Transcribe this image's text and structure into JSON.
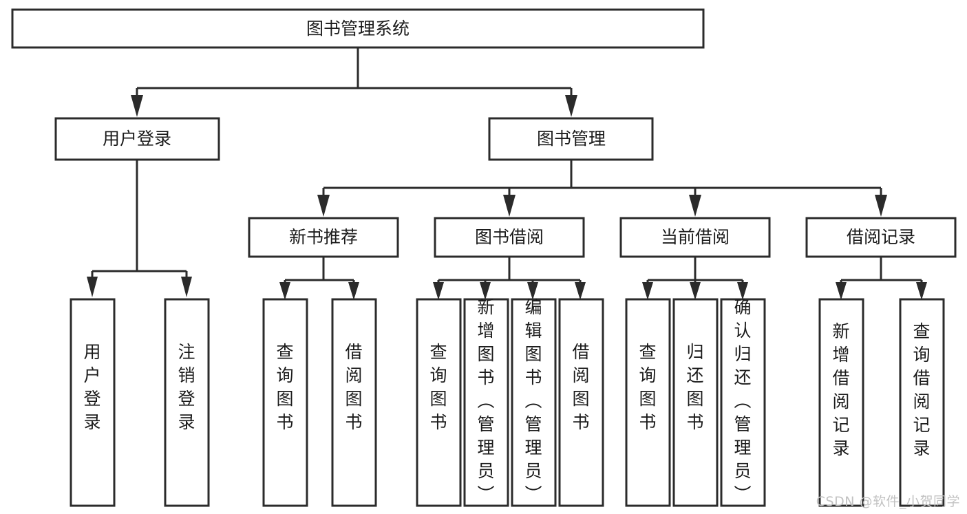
{
  "diagram": {
    "title": "图书管理系统",
    "type": "tree",
    "root": {
      "id": "root",
      "label": "图书管理系统",
      "level": 0
    },
    "level2": [
      {
        "id": "user-login",
        "label": "用户登录"
      },
      {
        "id": "book-management",
        "label": "图书管理"
      }
    ],
    "level3": [
      {
        "id": "new-book-recommend",
        "label": "新书推荐",
        "parent": "book-management"
      },
      {
        "id": "book-borrow",
        "label": "图书借阅",
        "parent": "book-management"
      },
      {
        "id": "current-borrow",
        "label": "当前借阅",
        "parent": "book-management"
      },
      {
        "id": "borrow-record",
        "label": "借阅记录",
        "parent": "book-management"
      }
    ],
    "leaves": [
      {
        "id": "leaf-user-login",
        "label": "用户登录",
        "parent": "user-login"
      },
      {
        "id": "leaf-logout-login",
        "label": "注销登录",
        "parent": "user-login"
      },
      {
        "id": "leaf-query-book-1",
        "label": "查询图书",
        "parent": "new-book-recommend"
      },
      {
        "id": "leaf-borrow-book-1",
        "label": "借阅图书",
        "parent": "new-book-recommend"
      },
      {
        "id": "leaf-query-book-2",
        "label": "查询图书",
        "parent": "book-borrow"
      },
      {
        "id": "leaf-add-book",
        "label": "新增图书（管理员）",
        "parent": "book-borrow"
      },
      {
        "id": "leaf-edit-book",
        "label": "编辑图书（管理员）",
        "parent": "book-borrow"
      },
      {
        "id": "leaf-borrow-book-2",
        "label": "借阅图书",
        "parent": "book-borrow"
      },
      {
        "id": "leaf-query-book-3",
        "label": "查询图书",
        "parent": "current-borrow"
      },
      {
        "id": "leaf-return-book",
        "label": "归还图书",
        "parent": "current-borrow"
      },
      {
        "id": "leaf-confirm-return",
        "label": "确认归还（管理员）",
        "parent": "current-borrow"
      },
      {
        "id": "leaf-add-record",
        "label": "新增借阅记录",
        "parent": "borrow-record"
      },
      {
        "id": "leaf-query-record",
        "label": "查询借阅记录",
        "parent": "borrow-record"
      }
    ]
  },
  "watermark": {
    "text": "CSDN @软件_小贺同学"
  },
  "colors": {
    "background": "#ffffff",
    "box_fill": "#ffffff",
    "box_stroke": "#2b2b2b",
    "text": "#1b1b1b",
    "watermark": "#c2c2c2"
  }
}
